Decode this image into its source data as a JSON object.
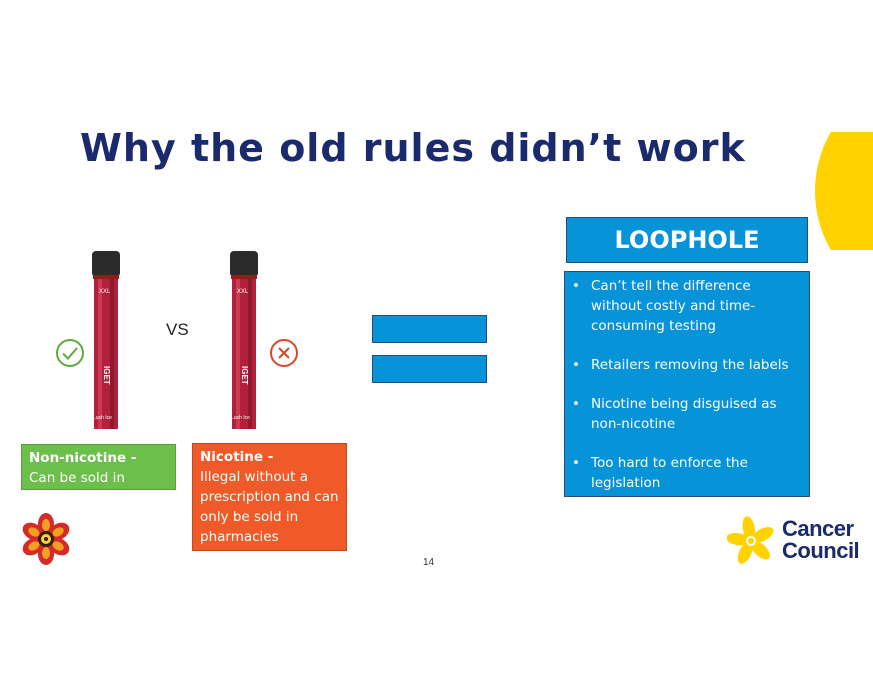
{
  "slide": {
    "title": "Why the old rules didn’t work",
    "vs_label": "VS",
    "page_number": "14",
    "product": {
      "brand": "IGET",
      "size_label": "XXL",
      "flavour": "Lush Ice"
    },
    "non_nicotine": {
      "lead": "Non-nicotine -",
      "text": "Can be sold in shops"
    },
    "nicotine": {
      "lead": "Nicotine -",
      "text": "Illegal without a prescription and can only be sold in pharmacies"
    },
    "loophole": {
      "header": "LOOPHOLE",
      "items": [
        "Can’t tell the difference without costly and time-consuming testing",
        "Retailers removing the labels",
        "Nicotine being disguised as non-nicotine",
        "Too hard to enforce the legislation"
      ]
    },
    "logos": {
      "cancer_council_line1": "Cancer",
      "cancer_council_line2": "Council"
    },
    "icons": {
      "check": "check-circle-icon",
      "cross": "cross-circle-icon"
    },
    "colors": {
      "title": "#1a2a6c",
      "accent_blue": "#0693d8",
      "green": "#6cbf4a",
      "orange": "#f05a28",
      "yellow": "#ffd200"
    }
  }
}
